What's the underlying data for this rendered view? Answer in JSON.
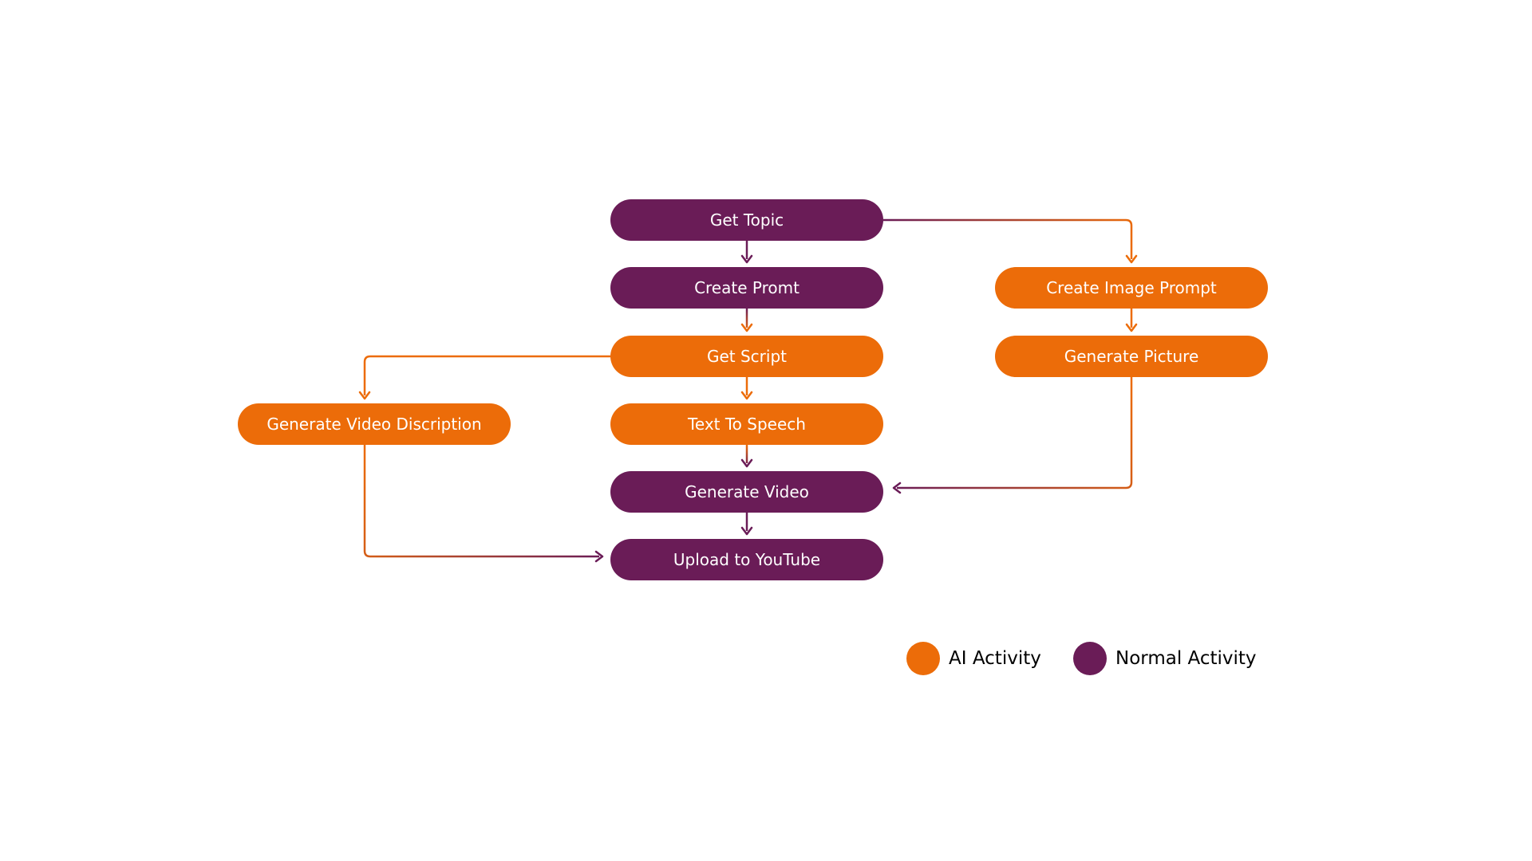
{
  "colors": {
    "ai": "#ec6c09",
    "normal": "#6a1c57"
  },
  "nodes": [
    {
      "id": "get-topic",
      "label": "Get Topic",
      "kind": "normal"
    },
    {
      "id": "create-promt",
      "label": "Create Promt",
      "kind": "normal"
    },
    {
      "id": "get-script",
      "label": "Get Script",
      "kind": "ai"
    },
    {
      "id": "text-to-speech",
      "label": "Text To Speech",
      "kind": "ai"
    },
    {
      "id": "generate-video",
      "label": "Generate Video",
      "kind": "normal"
    },
    {
      "id": "upload-to-youtube",
      "label": "Upload to YouTube",
      "kind": "normal"
    },
    {
      "id": "create-image-prompt",
      "label": "Create Image Prompt",
      "kind": "ai"
    },
    {
      "id": "generate-picture",
      "label": "Generate Picture",
      "kind": "ai"
    },
    {
      "id": "generate-video-discription",
      "label": "Generate Video Discription",
      "kind": "ai"
    }
  ],
  "edges": [
    {
      "from": "get-topic",
      "to": "create-promt"
    },
    {
      "from": "get-topic",
      "to": "create-image-prompt"
    },
    {
      "from": "create-promt",
      "to": "get-script"
    },
    {
      "from": "get-script",
      "to": "text-to-speech"
    },
    {
      "from": "get-script",
      "to": "generate-video-discription"
    },
    {
      "from": "text-to-speech",
      "to": "generate-video"
    },
    {
      "from": "create-image-prompt",
      "to": "generate-picture"
    },
    {
      "from": "generate-picture",
      "to": "generate-video"
    },
    {
      "from": "generate-video",
      "to": "upload-to-youtube"
    },
    {
      "from": "generate-video-discription",
      "to": "upload-to-youtube"
    }
  ],
  "legend": [
    {
      "label": "AI Activity",
      "kind": "ai"
    },
    {
      "label": "Normal Activity",
      "kind": "normal"
    }
  ]
}
